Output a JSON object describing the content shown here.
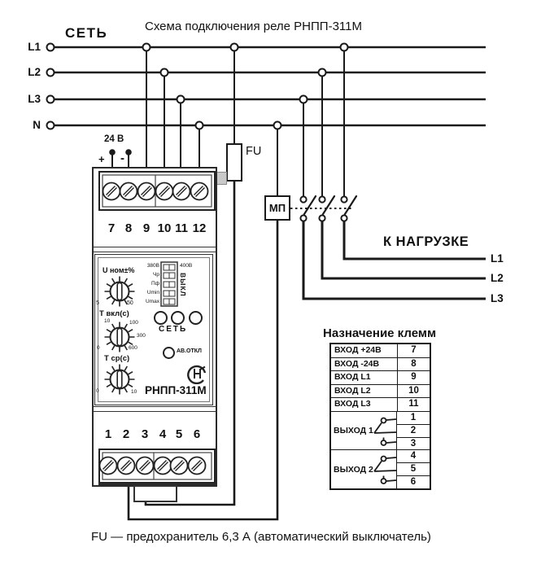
{
  "title": "Схема подключения реле РНПП-311М",
  "net_label": "СЕТЬ",
  "bus": [
    "L1",
    "L2",
    "L3",
    "N"
  ],
  "supply": {
    "label": "24 В",
    "plus": "+",
    "minus": "-"
  },
  "fuse": "FU",
  "contactor": "МП",
  "load": {
    "title": "К НАГРУЗКЕ",
    "lines": [
      "L1",
      "L2",
      "L3"
    ]
  },
  "device": {
    "model": "РНПП-311М",
    "top_terminals": [
      "7",
      "8",
      "9",
      "10",
      "11",
      "12"
    ],
    "bottom_terminals": [
      "1",
      "2",
      "3",
      "4",
      "5",
      "6"
    ],
    "u_dial": {
      "label": "U ном±%",
      "scale": [
        "5",
        "50"
      ]
    },
    "t_on_dial": {
      "label": "Т вкл(с)",
      "scale": [
        "10",
        "100",
        "300",
        "600",
        "0"
      ]
    },
    "t_sr_dial": {
      "label": "Т ср(с)",
      "scale": [
        "0",
        "10"
      ]
    },
    "dip": {
      "left_labels": [
        "380В",
        "Чр",
        "Пф",
        "Umin",
        "Umax"
      ],
      "top_right": "400В",
      "right": "ВЫКЛ"
    },
    "net_led": "СЕТЬ",
    "fault_led": "АВ.ОТКЛ"
  },
  "table": {
    "title": "Назначение клемм",
    "inputs": [
      {
        "label": "ВХОД +24В",
        "terminal": "7"
      },
      {
        "label": "ВХОД -24В",
        "terminal": "8"
      },
      {
        "label": "ВХОД L1",
        "terminal": "9"
      },
      {
        "label": "ВХОД L2",
        "terminal": "10"
      },
      {
        "label": "ВХОД L3",
        "terminal": "11"
      }
    ],
    "outputs": [
      {
        "label": "ВЫХОД 1",
        "terminals": [
          "1",
          "2",
          "3"
        ]
      },
      {
        "label": "ВЫХОД 2",
        "terminals": [
          "4",
          "5",
          "6"
        ]
      }
    ]
  },
  "caption": "FU — предохранитель 6,3 А (автоматический выключатель)",
  "colors": {
    "line": "#1a1a1a",
    "background": "#ffffff"
  }
}
